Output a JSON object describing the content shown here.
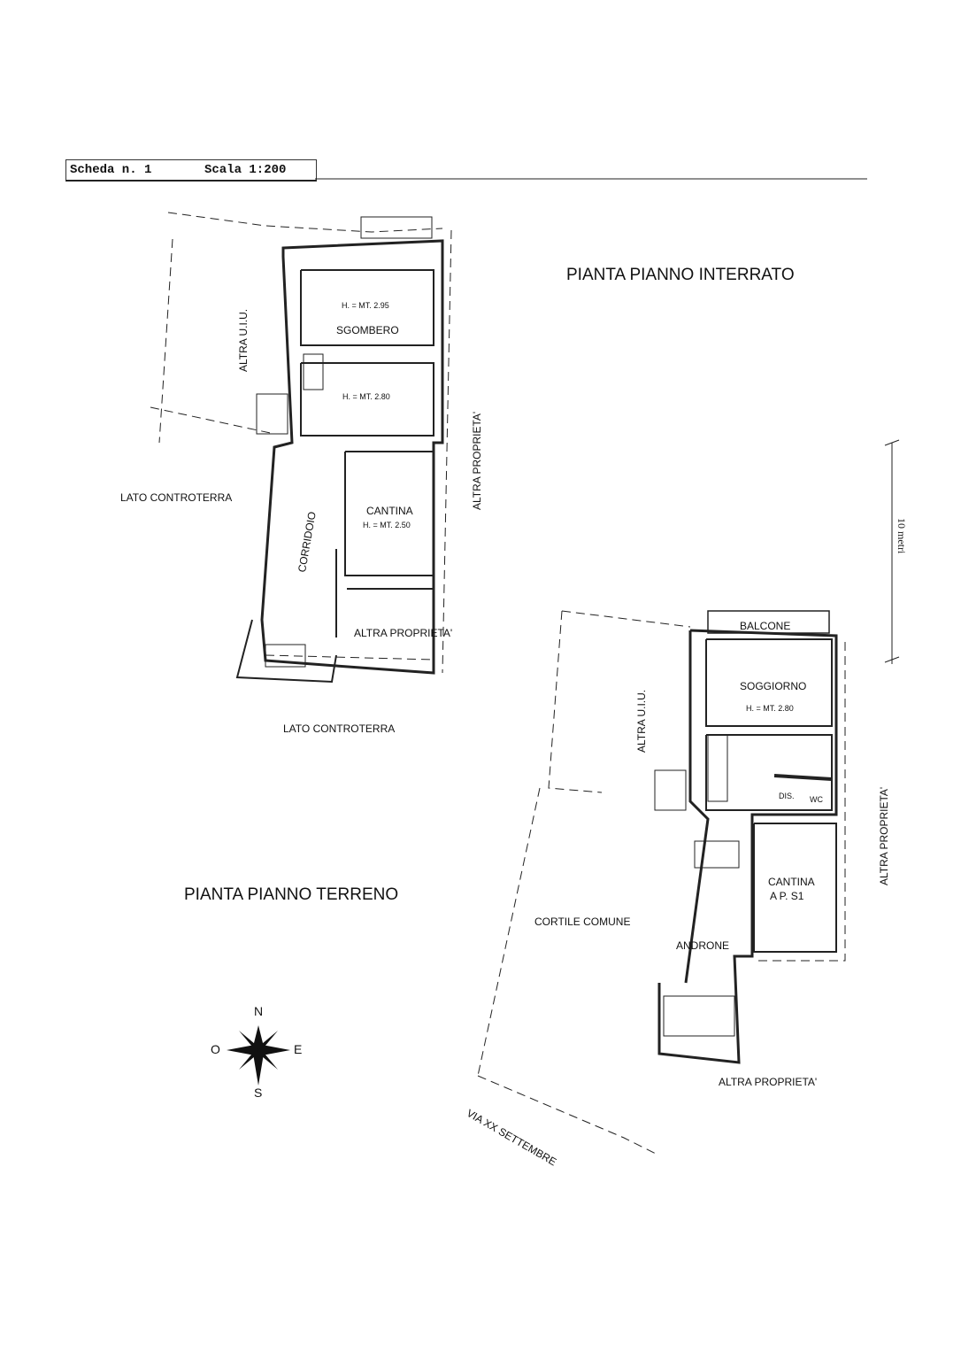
{
  "header": {
    "sheet": "Scheda n. 1",
    "scale": "Scala 1:200"
  },
  "titles": {
    "basement": "PIANTA PIANNO INTERRATO",
    "ground": "PIANTA PIANNO TERRENO"
  },
  "basement_plan": {
    "rooms": [
      {
        "name": "SGOMBERO",
        "height": "H. = MT. 2.95"
      },
      {
        "name": "",
        "height": "H. = MT. 2.80"
      },
      {
        "name": "CANTINA",
        "height": "H. = MT. 2.50"
      },
      {
        "name": "CORRIDOIO"
      }
    ],
    "labels": [
      "ALTRA U.I.U.",
      "LATO CONTROTERRA",
      "ALTRA PROPRIETA'",
      "ALTRA PROPRIETA'",
      "LATO CONTROTERRA"
    ]
  },
  "ground_plan": {
    "rooms": [
      {
        "name": "BALCONE"
      },
      {
        "name": "SOGGIORNO",
        "height": "H. = MT. 2.80"
      },
      {
        "name": "DIS."
      },
      {
        "name": "WC"
      },
      {
        "name": "CANTINA",
        "note": "A P. S1"
      },
      {
        "name": "ANDRONE"
      },
      {
        "name": "CORTILE COMUNE"
      }
    ],
    "labels": [
      "ALTRA U.I.U.",
      "ALTRA PROPRIETA'",
      "ALTRA PROPRIETA'",
      "VIA XX SETTEMBRE"
    ]
  },
  "scale_bar": {
    "label": "10 metri"
  },
  "compass": {
    "n": "N",
    "s": "S",
    "e": "E",
    "w": "O"
  }
}
